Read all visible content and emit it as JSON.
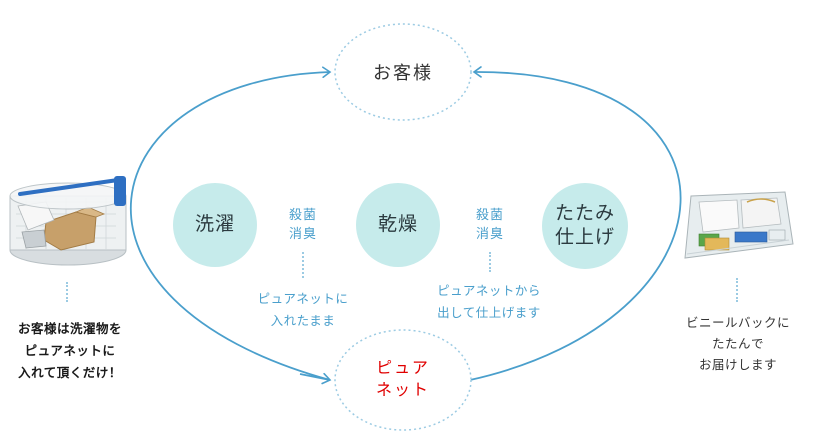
{
  "nodes": {
    "customer": "お客様",
    "wash": "洗濯",
    "dry": "乾燥",
    "fold_line1": "たたみ",
    "fold_line2": "仕上げ",
    "net_line1": "ピュア",
    "net_line2": "ネット"
  },
  "steps": {
    "sterilize1_line1": "殺菌",
    "sterilize1_line2": "消臭",
    "sterilize2_line1": "殺菌",
    "sterilize2_line2": "消臭"
  },
  "notes": {
    "in_net_line1": "ピュアネットに",
    "in_net_line2": "入れたまま",
    "out_net_line1": "ピュアネットから",
    "out_net_line2": "出して仕上げます"
  },
  "left_caption": {
    "line1": "お客様は洗濯物を",
    "line2": "ピュアネットに",
    "line3": "入れて頂くだけ！"
  },
  "right_caption": {
    "line1": "ビニールバックに",
    "line2": "たたんで",
    "line3": "お届けします"
  },
  "icons": {
    "left": "laundry-in-net-drum-icon",
    "right": "folded-clothes-in-plastic-bag-icon"
  },
  "colors": {
    "cycle_line": "#4a9fcc",
    "bubble_fill": "#c6ebeb",
    "net_text": "#e00000",
    "dotted": "#9ccbe3"
  }
}
